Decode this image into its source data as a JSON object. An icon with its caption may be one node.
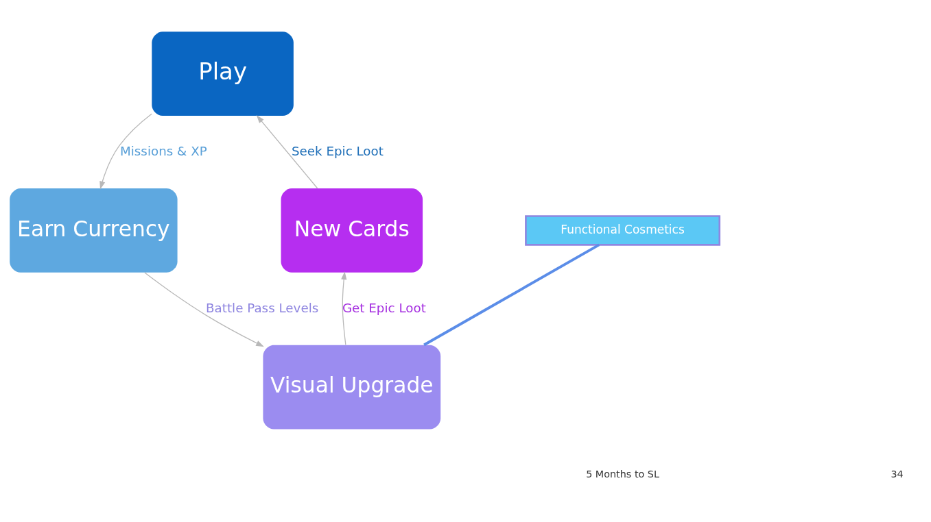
{
  "diagram": {
    "nodes": [
      {
        "text": [
          "Play"
        ]
      },
      {
        "text": [
          "Earn Currency"
        ]
      },
      {
        "text": [
          "Visual Upgrade"
        ]
      },
      {
        "text": [
          "New Cards"
        ]
      },
      {
        "text": [
          "Functional Cosmetics"
        ]
      }
    ],
    "edges": [
      {
        "from": 0,
        "to": 1,
        "arrow": "to",
        "label": "Missions & XP"
      },
      {
        "from": 1,
        "to": 2,
        "arrow": "to",
        "label": "Battle Pass Levels"
      },
      {
        "from": 2,
        "to": 3,
        "arrow": "to",
        "label": "Get Epic Loot"
      },
      {
        "from": 3,
        "to": 0,
        "arrow": "to",
        "label": "Seek Epic Loot"
      },
      {
        "from": 4,
        "to": 2,
        "arrow": "none",
        "style": "thick",
        "color": "#5b8de8"
      }
    ],
    "labels": [
      "5 Months to SL",
      "34"
    ]
  }
}
